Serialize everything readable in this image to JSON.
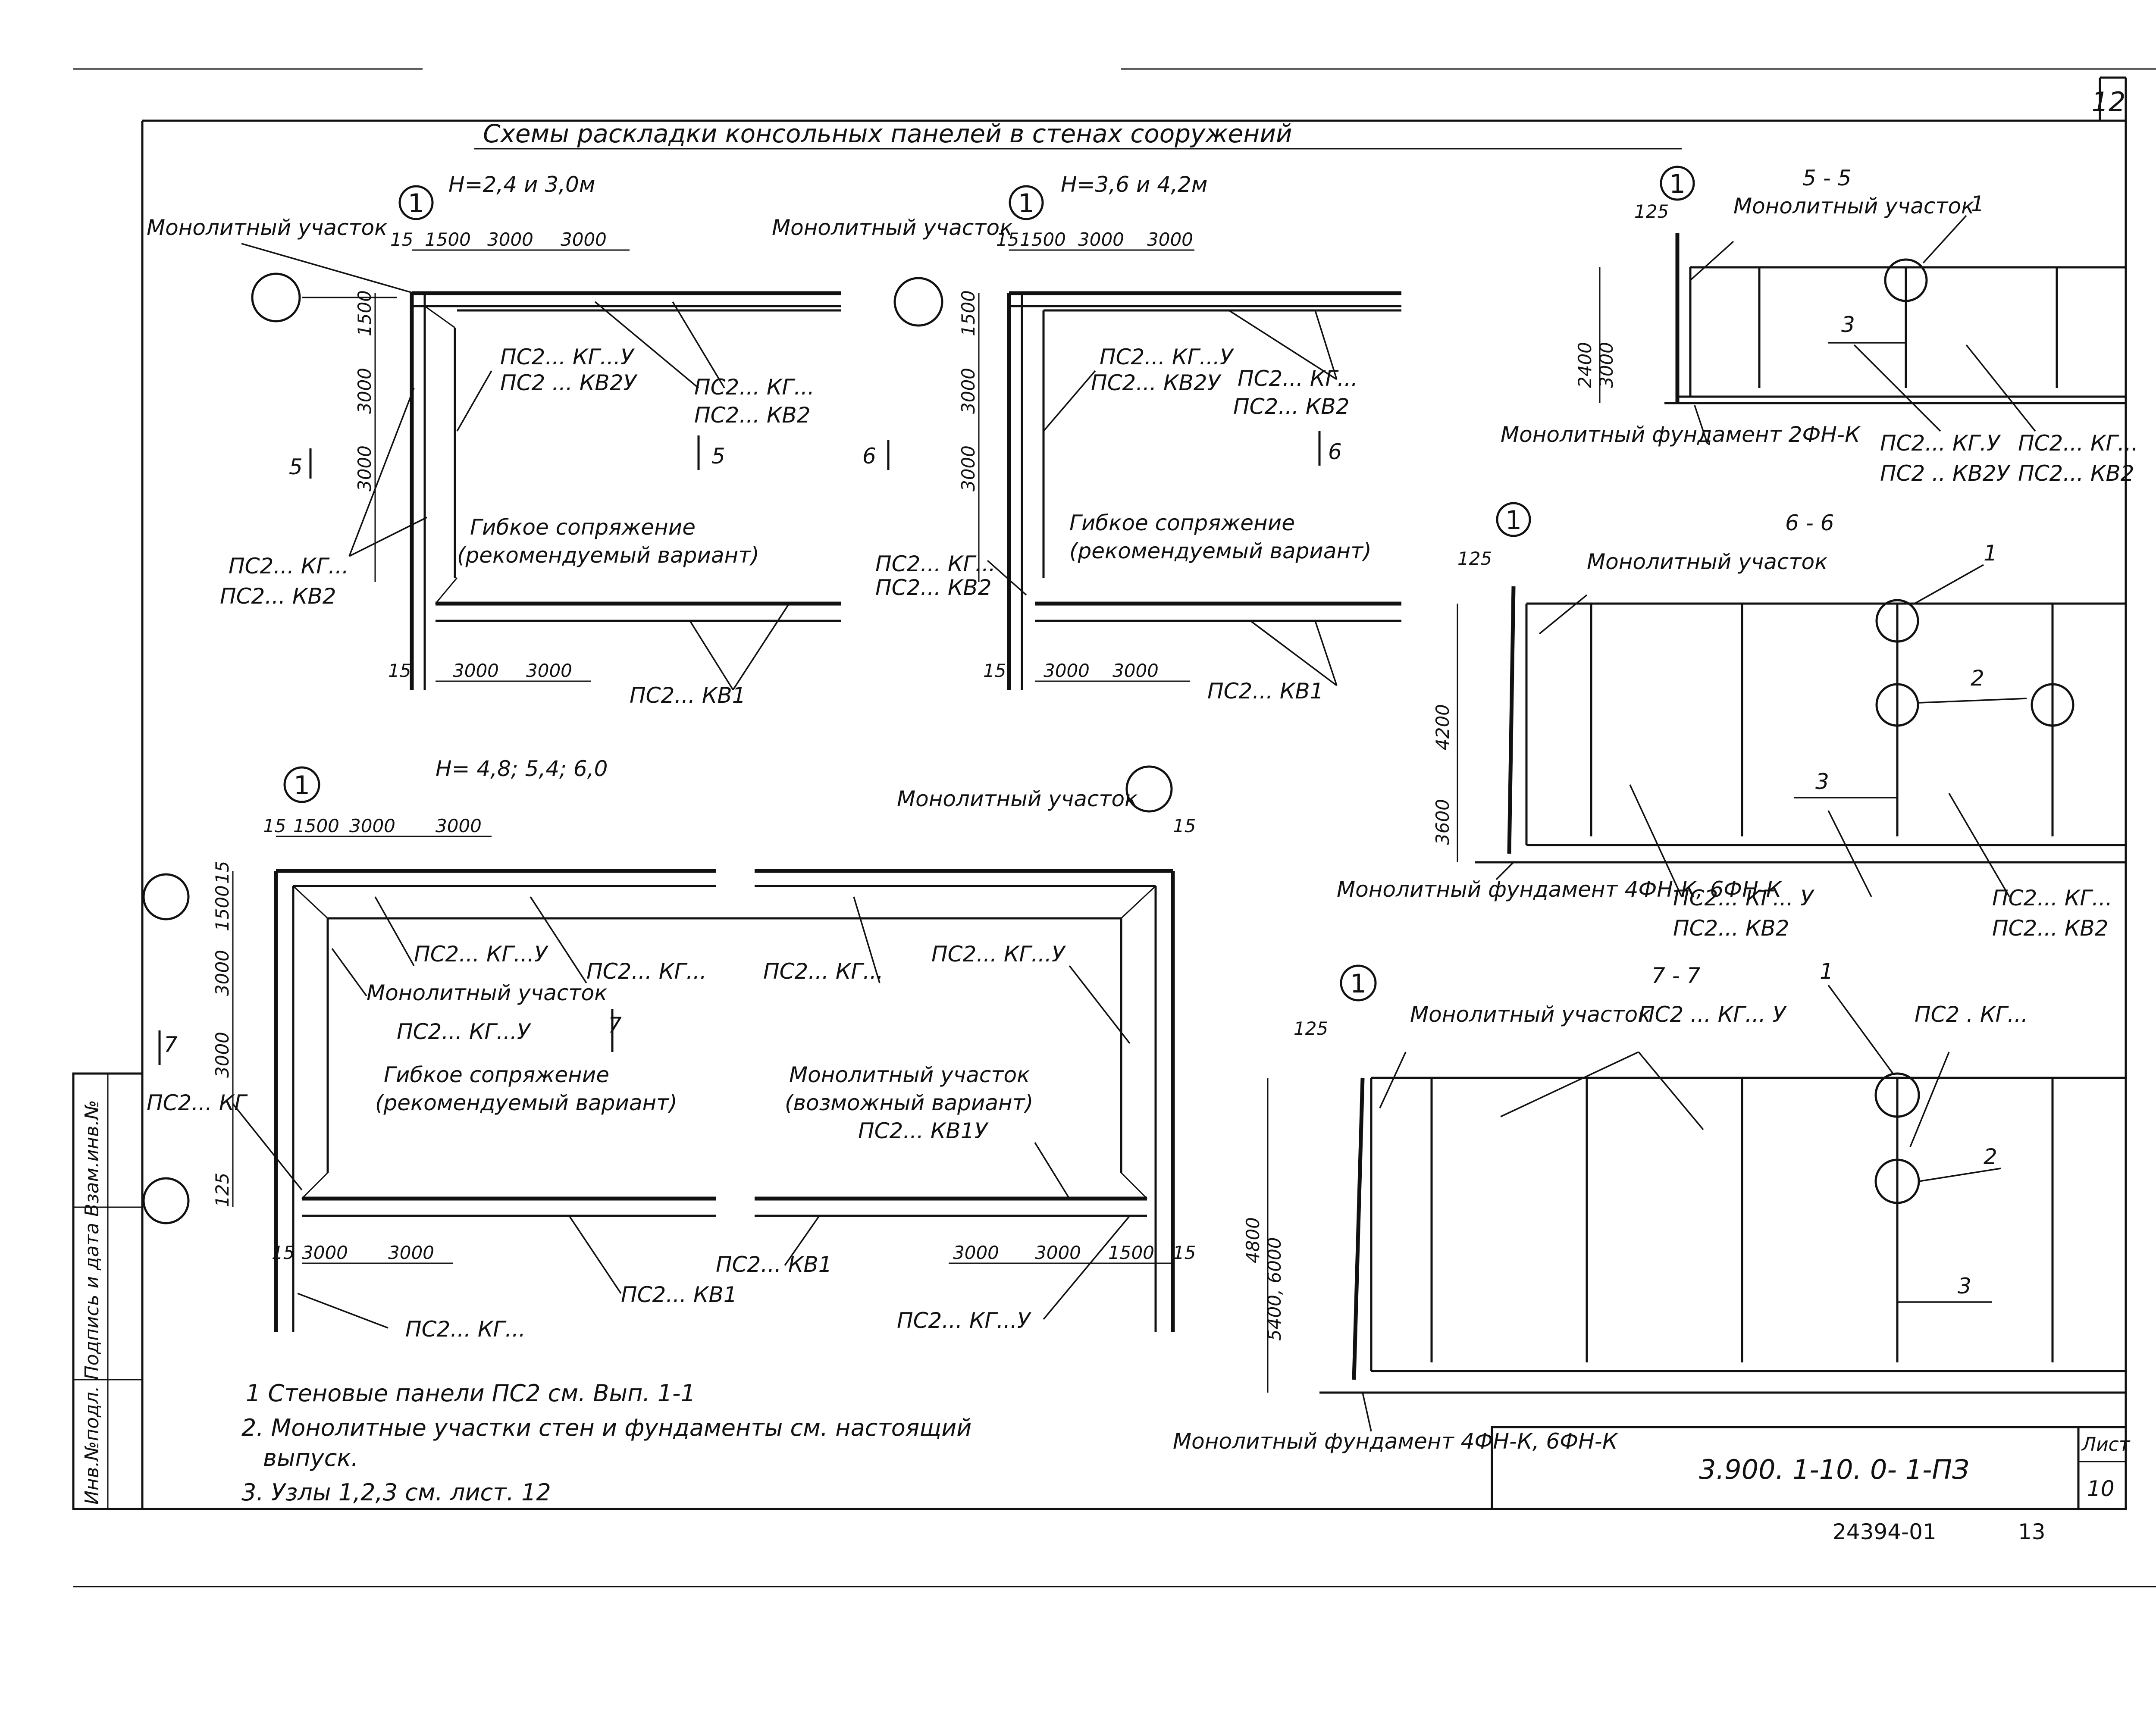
{
  "title": "Схемы раскладки консольных панелей в стенах сооружений",
  "sheet_top_number": "12",
  "schemes": {
    "a": {
      "height_label": "Н=2,4 и 3,0м",
      "monolith_label": "Монолитный участок",
      "dims_top": [
        "15",
        "1500",
        "3000",
        "3000"
      ],
      "dims_left": [
        "1500",
        "3000",
        "3000"
      ],
      "dims_bottom": [
        "15",
        "3000",
        "3000"
      ],
      "panel_corner": [
        "ПС2... КГ...У",
        "ПС2 ... КВ2У"
      ],
      "panel_top": [
        "ПС2... КГ...",
        "ПС2... КВ2"
      ],
      "panel_left": [
        "ПС2... КГ...",
        "ПС2... КВ2"
      ],
      "panel_bottom": "ПС2... КВ1",
      "flex_joint": [
        "Гибкое сопряжение",
        "(рекомендуемый вариант)"
      ],
      "section_left": "5",
      "section_right": "5"
    },
    "b": {
      "height_label": "Н=3,6 и 4,2м",
      "monolith_label": "Монолитный участок",
      "dims_top": [
        "15",
        "1500",
        "3000",
        "3000"
      ],
      "dims_left": [
        "1500",
        "3000",
        "3000"
      ],
      "dims_bottom": [
        "15",
        "3000",
        "3000"
      ],
      "panel_corner": [
        "ПС2... КГ...У",
        "ПС2... КВ2У"
      ],
      "panel_top": [
        "ПС2... КГ...",
        "ПС2... КВ2"
      ],
      "panel_left": [
        "ПС2... КГ...",
        "ПС2... КВ2"
      ],
      "panel_bottom": "ПС2... КВ1",
      "flex_joint": [
        "Гибкое сопряжение",
        "(рекомендуемый вариант)"
      ],
      "section_left": "6",
      "section_right": "6"
    },
    "c": {
      "height_label": "Н= 4,8; 5,4; 6,0",
      "monolith_top_right": "Монолитный участок",
      "dims_top": [
        "15",
        "1500",
        "3000",
        "3000"
      ],
      "dims_left": [
        "15",
        "1500",
        "3000",
        "3000",
        "125"
      ],
      "dims_bottom_left": [
        "15",
        "3000",
        "3000"
      ],
      "dims_bottom_right": [
        "3000",
        "3000",
        "1500",
        "15"
      ],
      "dim_right_top": "15",
      "panel_corner_tl": "ПС2... КГ...У",
      "panel_top_mid": "ПС2... КГ...",
      "panel_top_right1": "ПС2... КГ...",
      "panel_top_right2": "ПС2... КГ...У",
      "monolith_inner": [
        "Монолитный участок",
        "ПС2... КГ...У"
      ],
      "panel_left": "ПС2... КГ",
      "flex_joint": [
        "Гибкое сопряжение",
        "(рекомендуемый вариант)"
      ],
      "monolith_possible": [
        "Монолитный участок",
        "(возможный вариант)",
        "ПС2... КВ1У"
      ],
      "panel_bottom1": "ПС2... КВ1",
      "panel_bottom2": "ПС2... КВ1",
      "panel_bottom_left": "ПС2... КГ...",
      "panel_bottom_right": "ПС2... КГ...У",
      "section_left": "7",
      "section_right": "7"
    }
  },
  "sections": {
    "s55": {
      "title": "5 - 5",
      "dim_125": "125",
      "monolith_label": "Монолитный участок",
      "heights": [
        "2400",
        "3000"
      ],
      "node1": "1",
      "node3": "3",
      "foundation": "Монолитный фундамент 2ФН-К",
      "panels": [
        "ПС2... КГ.У",
        "ПС2 .. КВ2У",
        "ПС2... КГ...",
        "ПС2... КВ2"
      ]
    },
    "s66": {
      "title": "6 - 6",
      "dim_125": "125",
      "monolith_label": "Монолитный участок",
      "heights": [
        "3600",
        "4200"
      ],
      "node1": "1",
      "node2": "2",
      "node3": "3",
      "foundation": "Монолитный фундамент 4ФН-К, 6ФН-К",
      "panels": [
        "ПС2... КГ... У",
        "ПС2... КВ2",
        "ПС2... КГ...",
        "ПС2... КВ2"
      ]
    },
    "s77": {
      "title": "7 - 7",
      "dim_125": "125",
      "monolith_label": "Монолитный участок",
      "heights": [
        "4800",
        "5400, 6000"
      ],
      "node1": "1",
      "node2": "2",
      "node3": "3",
      "panel_top": "ПС2 ... КГ... У",
      "panel_right": "ПС2 . КГ...",
      "foundation": "Монолитный фундамент 4ФН-К, 6ФН-К"
    }
  },
  "notes": [
    "1 Стеновые панели ПС2 см. Вып. 1-1",
    "2. Монолитные участки стен и фундаменты см. настоящий",
    "выпуск.",
    "3. Узлы 1,2,3 см. лист. 12"
  ],
  "stamp": {
    "code": "3.900. 1-10. 0- 1-ПЗ",
    "sheet_label": "Лист",
    "sheet_number": "10"
  },
  "side_stamp": "Инв.№подл. Подпись и дата Взам.инв.№",
  "archive_number": "24394-01",
  "page_number": "13"
}
